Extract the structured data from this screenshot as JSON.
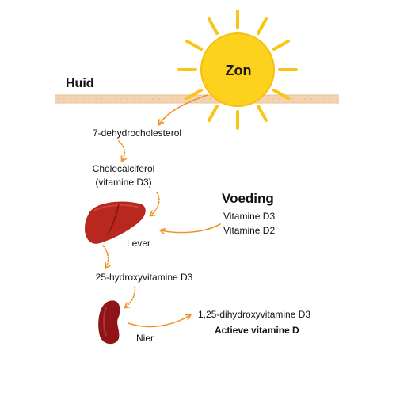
{
  "sun": {
    "label": "Zon",
    "colors": {
      "core": "#fcd21c",
      "ray": "#f9c516"
    }
  },
  "skin": {
    "label": "Huid",
    "color": "#f3d3b0"
  },
  "pathway": {
    "step1": "7-dehydrocholesterol",
    "step2_line1": "Cholecalciferol",
    "step2_line2": "(vitamine D3)",
    "liver": "Lever",
    "step3": "25-hydroxyvitamine D3",
    "kidney": "Nier",
    "step4": "1,25-dihydroxyvitamine D3",
    "step4_note": "Actieve vitamine D"
  },
  "food": {
    "title": "Voeding",
    "items": [
      "Vitamine D3",
      "Vitamine D2"
    ]
  },
  "colors": {
    "arrow": "#f0922b",
    "liver": "#b8281e",
    "kidney": "#8e1418"
  },
  "icons": {
    "sun": "sun-icon",
    "liver": "liver-icon",
    "kidney": "kidney-icon"
  }
}
